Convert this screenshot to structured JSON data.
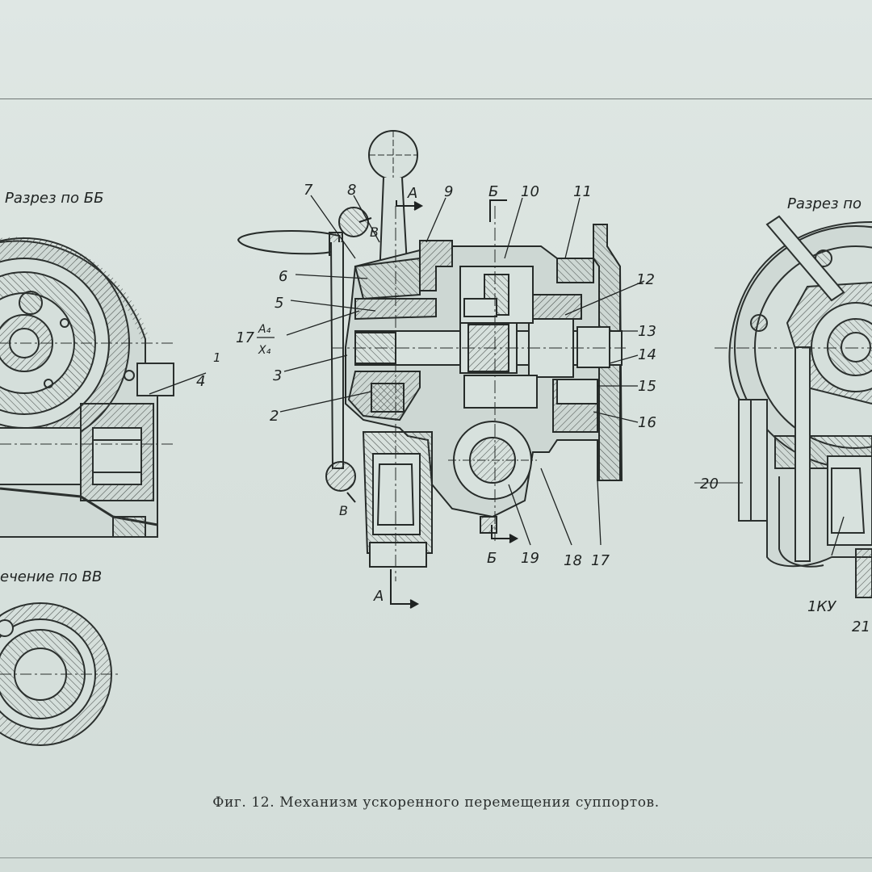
{
  "labels": {
    "section_bb": "Разрез по ББ",
    "section_bb_right": "Разрез по",
    "section_vv": "ечение по ВВ",
    "n1": "1",
    "n2": "2",
    "n3": "3",
    "n4": "4",
    "n5": "5",
    "n6": "6",
    "n7": "7",
    "n8": "8",
    "n9": "9",
    "n10": "10",
    "n11": "11",
    "n12": "12",
    "n13": "13",
    "n14": "14",
    "n15": "15",
    "n16": "16",
    "n17_left": "17",
    "n17_bottom": "17",
    "n18": "18",
    "n19": "19",
    "n20": "20",
    "n21": "21",
    "frac_top": "A₄",
    "frac_bottom": "X₄",
    "cut_a_top": "A",
    "cut_a_bottom": "A",
    "cut_b_top": "Б",
    "cut_b_bottom": "Б",
    "cut_v_top": "В",
    "cut_v_bottom": "В",
    "n1ku": "1КУ"
  },
  "caption": "Фиг. 12. Механизм ускоренного перемещения суппортов."
}
